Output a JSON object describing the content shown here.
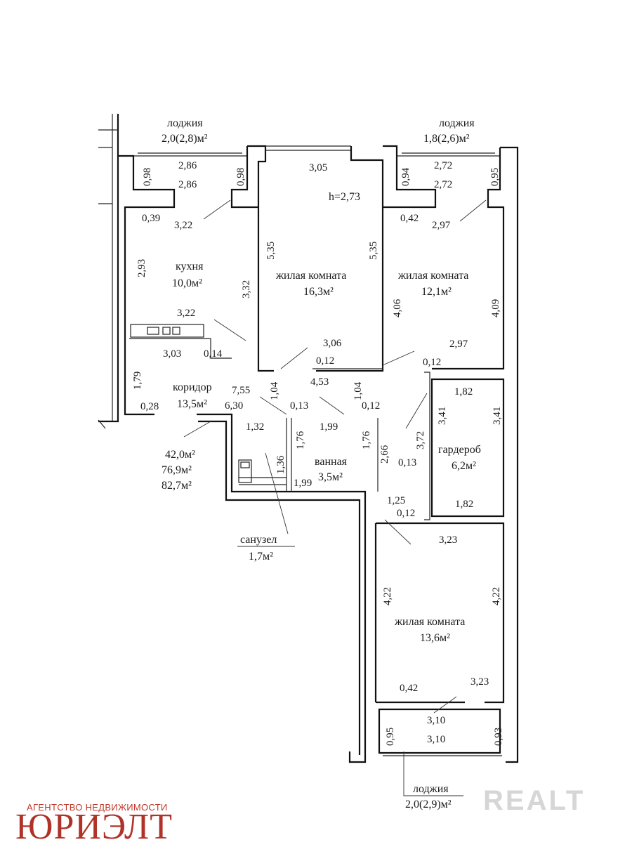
{
  "rooms": {
    "loggia_left": {
      "name": "лоджия",
      "area": "2,0(2,8)м²"
    },
    "loggia_right": {
      "name": "лоджия",
      "area": "1,8(2,6)м²"
    },
    "loggia_bottom": {
      "name": "лоджия",
      "area": "2,0(2,9)м²"
    },
    "kitchen": {
      "name": "кухня",
      "area": "10,0м²"
    },
    "living_center": {
      "name": "жилая комната",
      "area": "16,3м²"
    },
    "living_right": {
      "name": "жилая комната",
      "area": "12,1м²"
    },
    "corridor": {
      "name": "коридор",
      "area": "13,5м²"
    },
    "bathroom": {
      "name": "ванная",
      "area": "3,5м²"
    },
    "wardrobe": {
      "name": "гардероб",
      "area": "6,2м²"
    },
    "toilet": {
      "name": "санузел",
      "area": "1,7м²"
    },
    "living_bottom": {
      "name": "жилая комната",
      "area": "13,6м²"
    }
  },
  "height": "h=2,73",
  "totals": [
    "42,0м²",
    "76,9м²",
    "82,7м²"
  ],
  "dims": {
    "d098a": "0,98",
    "d286a": "2,86",
    "d098b": "0,98",
    "d286b": "2,86",
    "d305": "3,05",
    "d094": "0,94",
    "d272a": "2,72",
    "d095": "0,95",
    "d272b": "2,72",
    "d039": "0,39",
    "d322a": "3,22",
    "d042a": "0,42",
    "d297a": "2,97",
    "d293": "2,93",
    "d535a": "5,35",
    "d332": "3,32",
    "d535b": "5,35",
    "d406": "4,06",
    "d409": "4,09",
    "d322b": "3,22",
    "d303": "3,03",
    "d014": "0,14",
    "d306": "3,06",
    "d297b": "2,97",
    "d012a": "0,12",
    "d012b": "0,12",
    "d179": "1,79",
    "d104a": "1,04",
    "d453": "4,53",
    "d104b": "1,04",
    "d182a": "1,82",
    "d755": "7,55",
    "d013a": "0,13",
    "d012c": "0,12",
    "d028": "0,28",
    "d630": "6,30",
    "d132": "1,32",
    "d199a": "1,99",
    "d176a": "1,76",
    "d176b": "1,76",
    "d341a": "3,41",
    "d341b": "3,41",
    "d372": "3,72",
    "d136": "1,36",
    "d266": "2,66",
    "d013b": "0,13",
    "d199b": "1,99",
    "d125": "1,25",
    "d012d": "0,12",
    "d182b": "1,82",
    "d323a": "3,23",
    "d422a": "4,22",
    "d422b": "4,22",
    "d042b": "0,42",
    "d323b": "3,23",
    "d095b": "0,95",
    "d310a": "3,10",
    "d093": "0,93",
    "d310b": "3,10"
  },
  "branding": {
    "agency_line": "АГЕНТСТВО НЕДВИЖИМОСТИ",
    "agency_name": "ЮРИЭЛТ",
    "watermark": "REALT"
  }
}
